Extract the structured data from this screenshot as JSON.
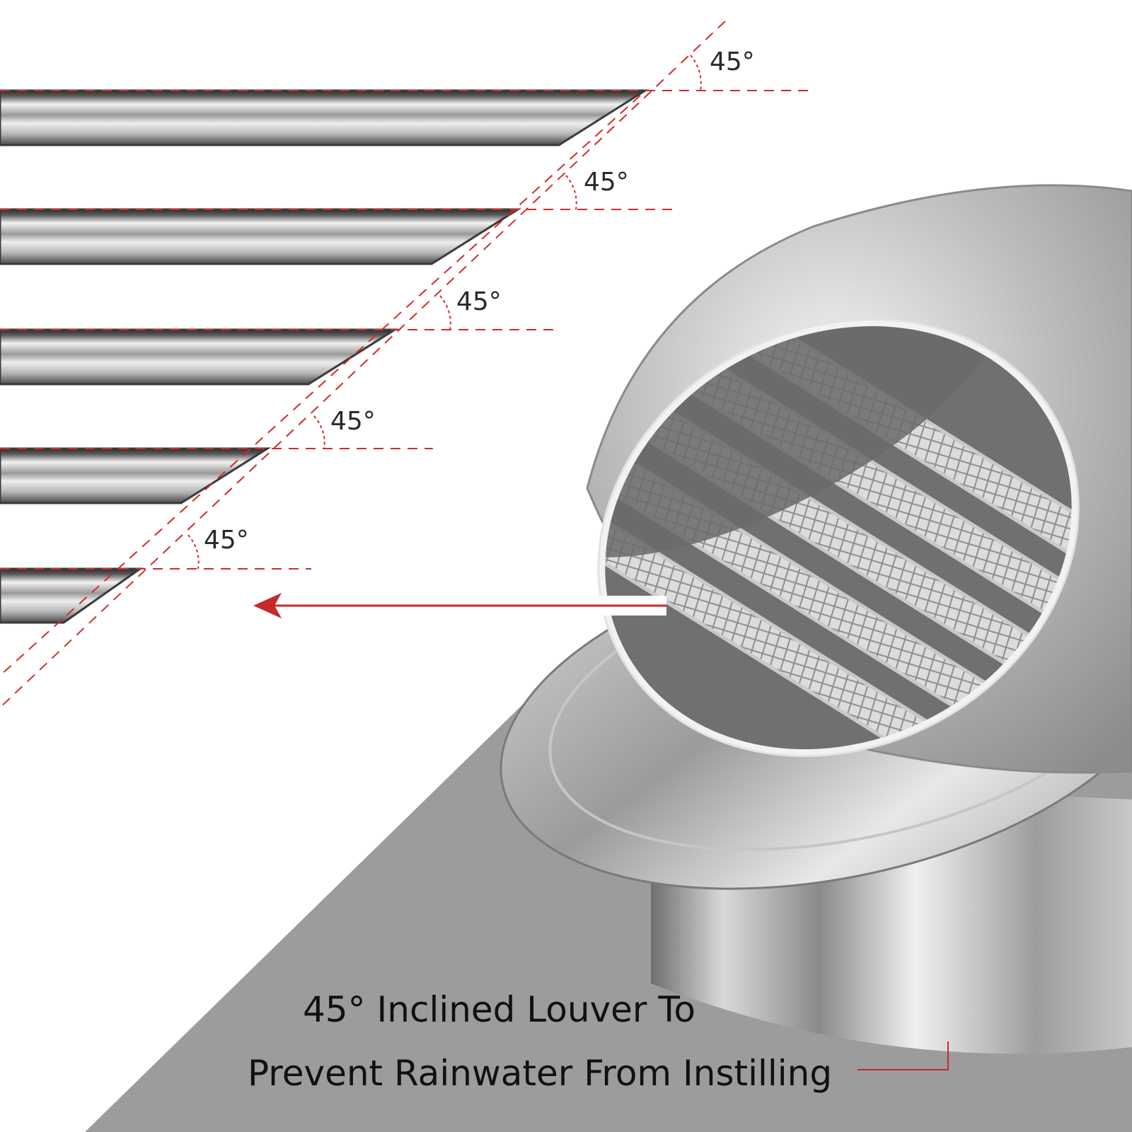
{
  "product": "stainless steel round vent cap with 45° inclined louvers",
  "angle_labels": [
    "45°",
    "45°",
    "45°",
    "45°",
    "45°"
  ],
  "caption": {
    "line1": "45°  Inclined Louver To",
    "line2": "Prevent Rainwater From Instilling"
  },
  "colors": {
    "background": "#ffffff",
    "floor_gray": "#9c9c9c",
    "guide_red": "#d32a2a",
    "steel_light": "#e6e6e6",
    "steel_dark": "#3a3a3a"
  }
}
